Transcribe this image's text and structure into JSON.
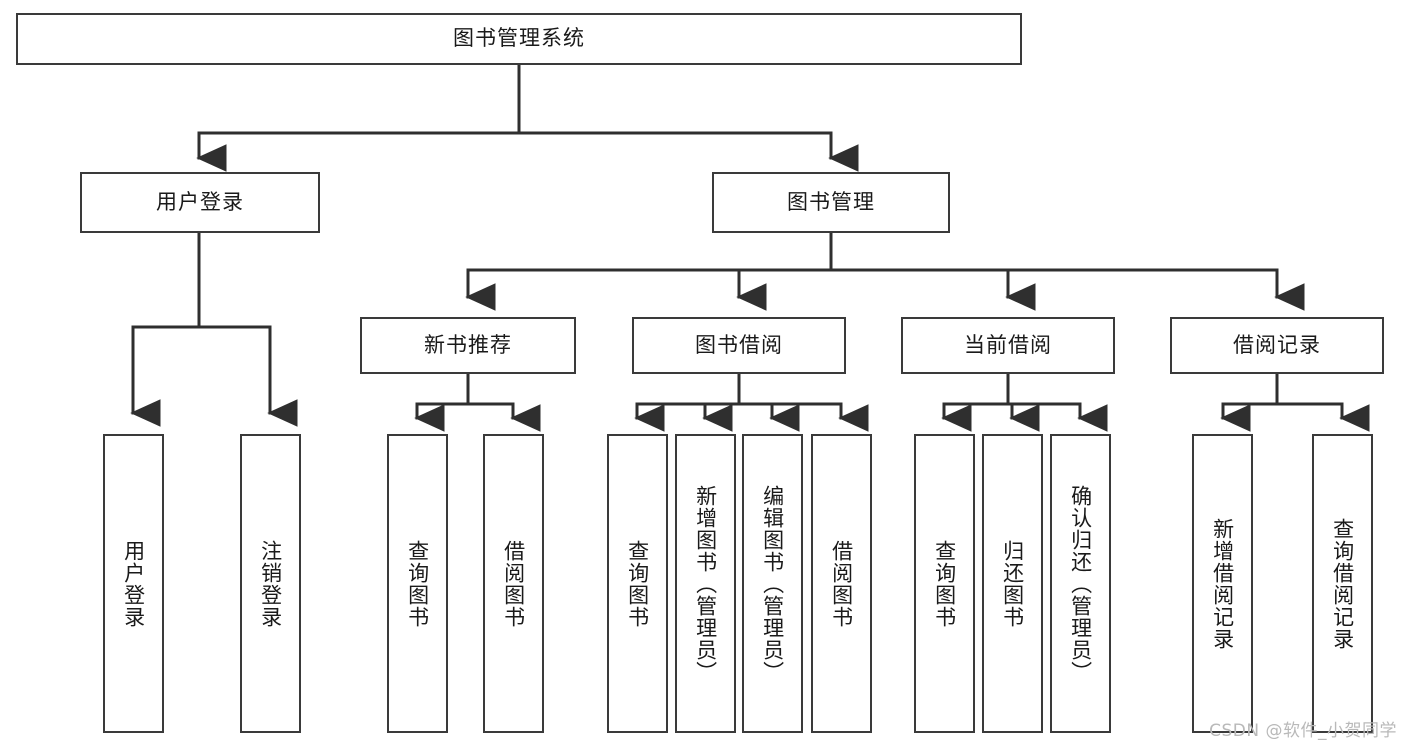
{
  "diagram": {
    "type": "tree",
    "title": "图书管理系统",
    "watermark": "CSDN @软件_小贺同学",
    "nodes": {
      "root": {
        "label": "图书管理系统",
        "level": 0,
        "orientation": "horizontal"
      },
      "user_login": {
        "label": "用户登录",
        "level": 1,
        "orientation": "horizontal"
      },
      "book_manage": {
        "label": "图书管理",
        "level": 1,
        "orientation": "horizontal"
      },
      "new_book_rec": {
        "label": "新书推荐",
        "level": 2,
        "orientation": "horizontal"
      },
      "book_borrow": {
        "label": "图书借阅",
        "level": 2,
        "orientation": "horizontal"
      },
      "current_borrow": {
        "label": "当前借阅",
        "level": 2,
        "orientation": "horizontal"
      },
      "borrow_record": {
        "label": "借阅记录",
        "level": 2,
        "orientation": "horizontal"
      },
      "leaf_user_login": {
        "label": "用户登录",
        "level": 3,
        "orientation": "vertical"
      },
      "leaf_logout": {
        "label": "注销登录",
        "level": 3,
        "orientation": "vertical"
      },
      "leaf_query_book_1": {
        "label": "查询图书",
        "level": 3,
        "orientation": "vertical"
      },
      "leaf_borrow_book_1": {
        "label": "借阅图书",
        "level": 3,
        "orientation": "vertical"
      },
      "leaf_query_book_2": {
        "label": "查询图书",
        "level": 3,
        "orientation": "vertical"
      },
      "leaf_add_book": {
        "label": "新增图书（管理员）",
        "level": 3,
        "orientation": "vertical"
      },
      "leaf_edit_book": {
        "label": "编辑图书（管理员）",
        "level": 3,
        "orientation": "vertical"
      },
      "leaf_borrow_book_2": {
        "label": "借阅图书",
        "level": 3,
        "orientation": "vertical"
      },
      "leaf_query_book_3": {
        "label": "查询图书",
        "level": 3,
        "orientation": "vertical"
      },
      "leaf_return_book": {
        "label": "归还图书",
        "level": 3,
        "orientation": "vertical"
      },
      "leaf_confirm_return": {
        "label": "确认归还（管理员）",
        "level": 3,
        "orientation": "vertical"
      },
      "leaf_add_record": {
        "label": "新增借阅记录",
        "level": 3,
        "orientation": "vertical"
      },
      "leaf_query_record": {
        "label": "查询借阅记录",
        "level": 3,
        "orientation": "vertical"
      }
    },
    "edges": [
      {
        "from": "root",
        "to": "user_login"
      },
      {
        "from": "root",
        "to": "book_manage"
      },
      {
        "from": "user_login",
        "to": "leaf_user_login"
      },
      {
        "from": "user_login",
        "to": "leaf_logout"
      },
      {
        "from": "book_manage",
        "to": "new_book_rec"
      },
      {
        "from": "book_manage",
        "to": "book_borrow"
      },
      {
        "from": "book_manage",
        "to": "current_borrow"
      },
      {
        "from": "book_manage",
        "to": "borrow_record"
      },
      {
        "from": "new_book_rec",
        "to": "leaf_query_book_1"
      },
      {
        "from": "new_book_rec",
        "to": "leaf_borrow_book_1"
      },
      {
        "from": "book_borrow",
        "to": "leaf_query_book_2"
      },
      {
        "from": "book_borrow",
        "to": "leaf_add_book"
      },
      {
        "from": "book_borrow",
        "to": "leaf_edit_book"
      },
      {
        "from": "book_borrow",
        "to": "leaf_borrow_book_2"
      },
      {
        "from": "current_borrow",
        "to": "leaf_query_book_3"
      },
      {
        "from": "current_borrow",
        "to": "leaf_return_book"
      },
      {
        "from": "current_borrow",
        "to": "leaf_confirm_return"
      },
      {
        "from": "borrow_record",
        "to": "leaf_add_record"
      },
      {
        "from": "borrow_record",
        "to": "leaf_query_record"
      }
    ],
    "colors": {
      "border": "#3a3a3a",
      "fill": "#ffffff",
      "text": "#1a1a1a",
      "edge": "#2f2f2f",
      "watermark": "#b9b9b9"
    }
  }
}
